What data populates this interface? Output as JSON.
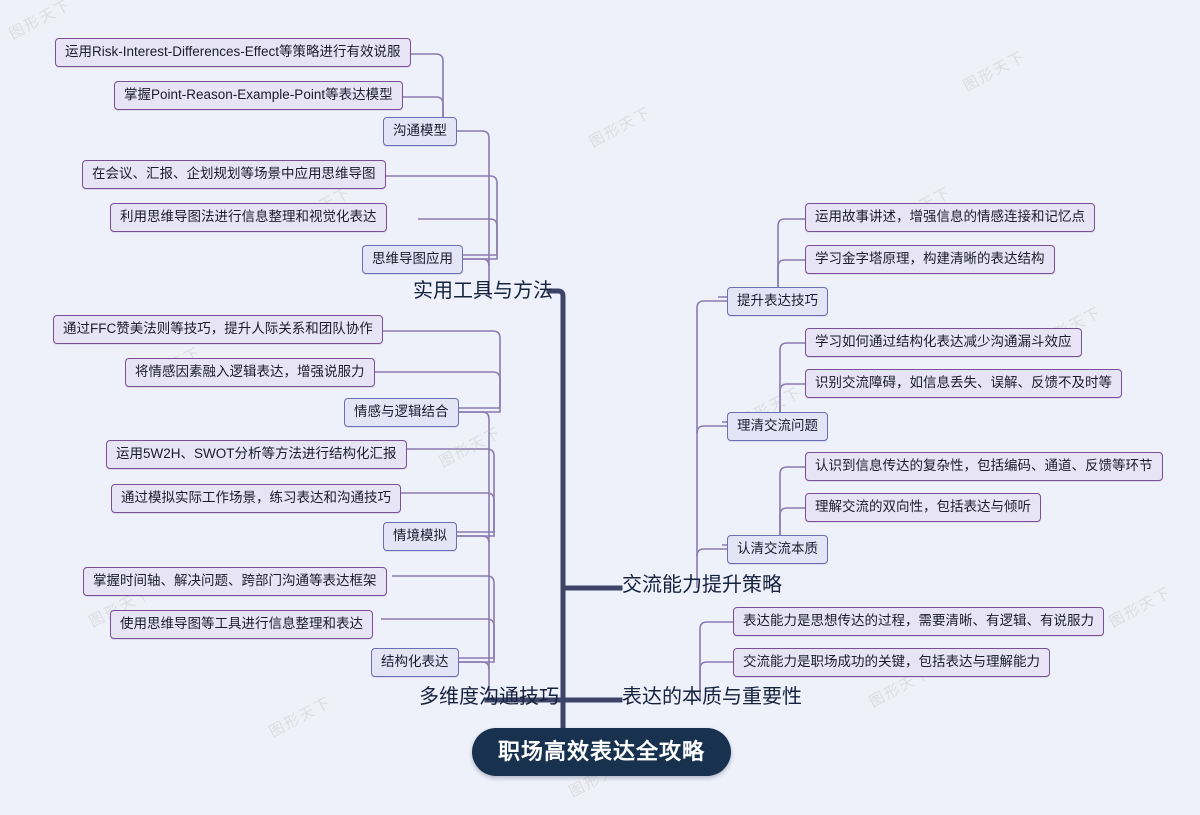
{
  "meta": {
    "watermark_text": "图形天下",
    "bg_color": "#eef0fa",
    "trunk_color": "#3d4468",
    "branch_color": "#8a7bb0",
    "leaf_border": "#7a4f96",
    "leaf_fill": "#e7e4f6",
    "sub_border": "#6b6fb5",
    "sub_fill": "#e3e4f5",
    "root_fill": "#18314f"
  },
  "root": {
    "label": "职场高效表达全攻略"
  },
  "branches": {
    "tools_methods": {
      "label": "实用工具与方法",
      "subs": {
        "comm_model": {
          "label": "沟通模型",
          "leaves": [
            "运用Risk-Interest-Differences-Effect等策略进行有效说服",
            "掌握Point-Reason-Example-Point等表达模型"
          ]
        },
        "mindmap_app": {
          "label": "思维导图应用",
          "leaves": [
            "在会议、汇报、企划规划等场景中应用思维导图",
            "利用思维导图法进行信息整理和视觉化表达"
          ]
        }
      }
    },
    "multi_dim": {
      "label": "多维度沟通技巧",
      "subs": {
        "emotion_logic": {
          "label": "情感与逻辑结合",
          "leaves": [
            "通过FFC赞美法则等技巧，提升人际关系和团队协作",
            "将情感因素融入逻辑表达，增强说服力"
          ]
        },
        "scenario": {
          "label": "情境模拟",
          "leaves": [
            "运用5W2H、SWOT分析等方法进行结构化汇报",
            "通过模拟实际工作场景，练习表达和沟通技巧"
          ]
        },
        "structured": {
          "label": "结构化表达",
          "leaves": [
            "掌握时间轴、解决问题、跨部门沟通等表达框架",
            "使用思维导图等工具进行信息整理和表达"
          ]
        }
      }
    },
    "comm_ability": {
      "label": "交流能力提升策略",
      "subs": {
        "improve_skill": {
          "label": "提升表达技巧",
          "leaves": [
            "运用故事讲述，增强信息的情感连接和记忆点",
            "学习金字塔原理，构建清晰的表达结构"
          ]
        },
        "clarify_problem": {
          "label": "理清交流问题",
          "leaves": [
            "学习如何通过结构化表达减少沟通漏斗效应",
            "识别交流障碍，如信息丢失、误解、反馈不及时等"
          ]
        },
        "essence": {
          "label": "认清交流本质",
          "leaves": [
            "认识到信息传达的复杂性，包括编码、通道、反馈等环节",
            "理解交流的双向性，包括表达与倾听"
          ]
        }
      }
    },
    "nature_importance": {
      "label": "表达的本质与重要性",
      "leaves": [
        "表达能力是思想传达的过程，需要清晰、有逻辑、有说服力",
        "交流能力是职场成功的关键，包括表达与理解能力"
      ]
    }
  }
}
